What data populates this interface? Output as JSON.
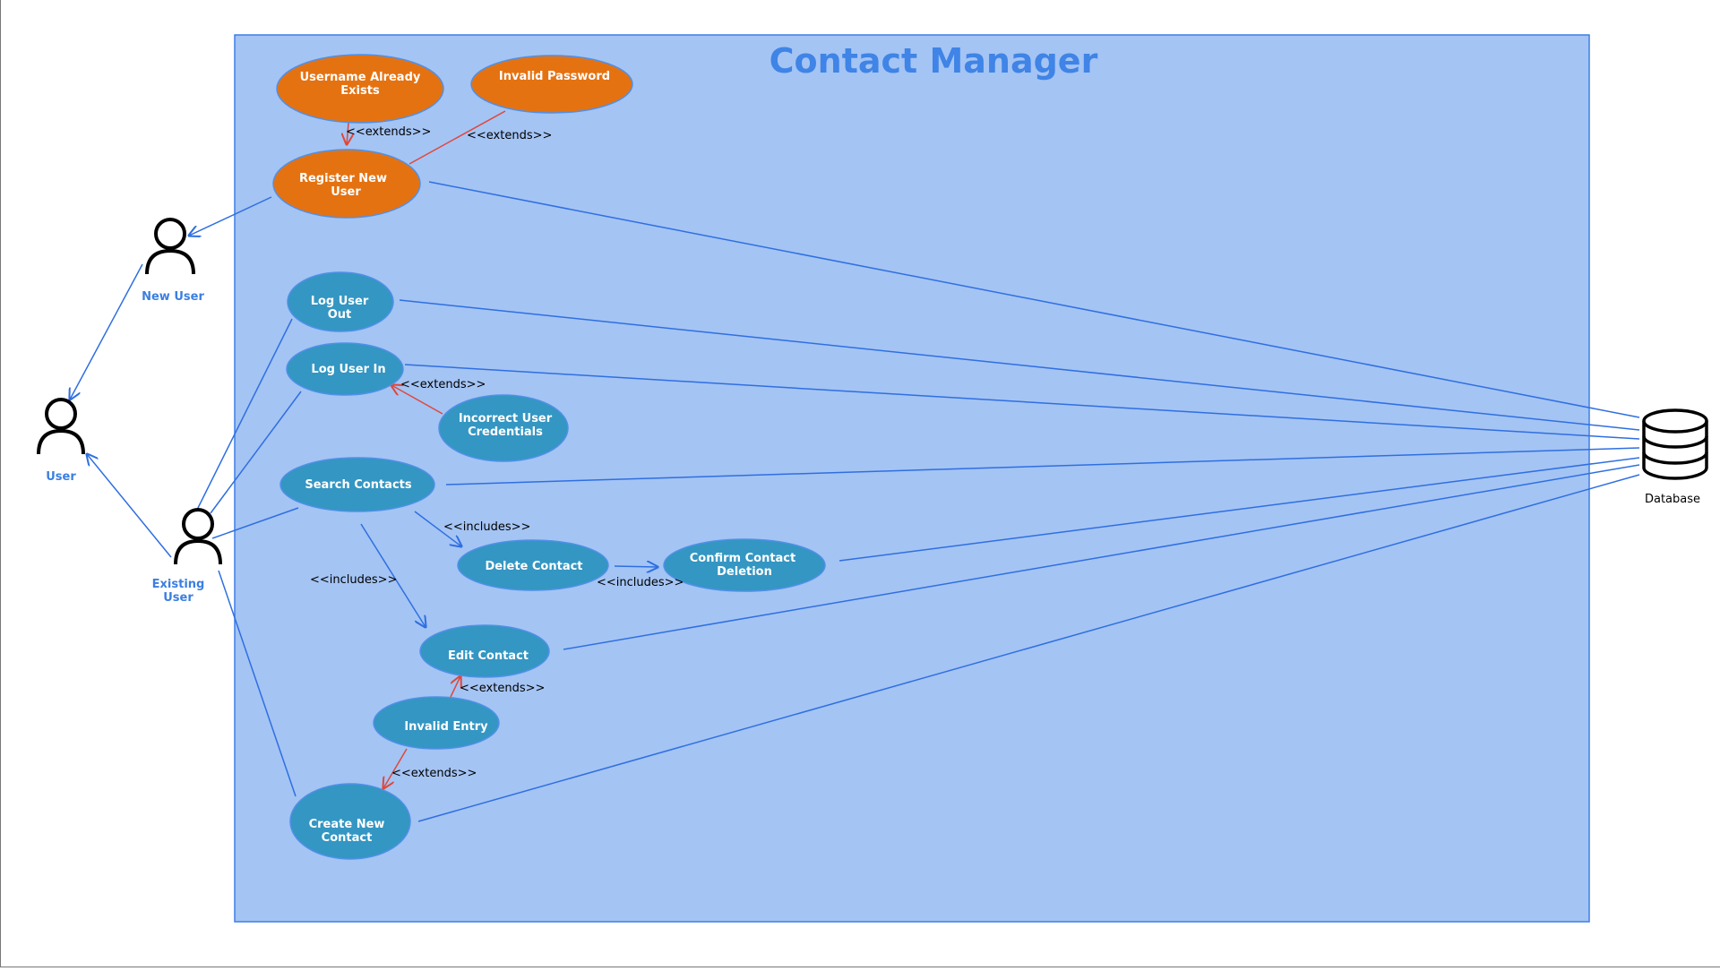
{
  "diagram": {
    "title": "Contact Manager",
    "colors": {
      "boundary_fill": "#a4c4f4",
      "boundary_stroke": "#3d7fe6",
      "title": "#3f84e6",
      "uc_orange": "#e57211",
      "uc_blue": "#3496c2",
      "uc_stroke": "#4f90e8",
      "line_blue": "#2f6fe0",
      "line_red": "#e0473a",
      "actor": "#000000"
    },
    "actors": {
      "new_user": {
        "label": "New User"
      },
      "user": {
        "label": "User"
      },
      "existing_user": {
        "label_lines": [
          "Existing",
          "User"
        ]
      },
      "database": {
        "label": "Database"
      }
    },
    "use_cases": {
      "username_exists": {
        "lines": [
          "Username Already",
          "Exists"
        ],
        "variant": "orange"
      },
      "invalid_password": {
        "lines": [
          "Invalid Password"
        ],
        "variant": "orange"
      },
      "register_new_user": {
        "lines": [
          "Register New",
          "User"
        ],
        "variant": "orange"
      },
      "log_user_out": {
        "lines": [
          "Log User",
          "Out"
        ],
        "variant": "blue"
      },
      "log_user_in": {
        "lines": [
          "Log User In"
        ],
        "variant": "blue"
      },
      "incorrect_credentials": {
        "lines": [
          "Incorrect User",
          "Credentials"
        ],
        "variant": "blue"
      },
      "search_contacts": {
        "lines": [
          "Search Contacts"
        ],
        "variant": "blue"
      },
      "delete_contact": {
        "lines": [
          "Delete Contact"
        ],
        "variant": "blue"
      },
      "confirm_deletion": {
        "lines": [
          "Confirm Contact",
          "Deletion"
        ],
        "variant": "blue"
      },
      "edit_contact": {
        "lines": [
          "Edit Contact"
        ],
        "variant": "blue"
      },
      "invalid_entry": {
        "lines": [
          "Invalid Entry"
        ],
        "variant": "blue"
      },
      "create_new_contact": {
        "lines": [
          "Create New",
          "Contact"
        ],
        "variant": "blue"
      }
    },
    "relations": {
      "extends_username": "<<extends>>",
      "extends_password": "<<extends>>",
      "extends_credentials": "<<extends>>",
      "includes_delete": "<<includes>>",
      "includes_edit": "<<includes>>",
      "includes_confirm": "<<includes>>",
      "extends_invalid_edit": "<<extends>>",
      "extends_invalid_create": "<<extends>>"
    }
  }
}
